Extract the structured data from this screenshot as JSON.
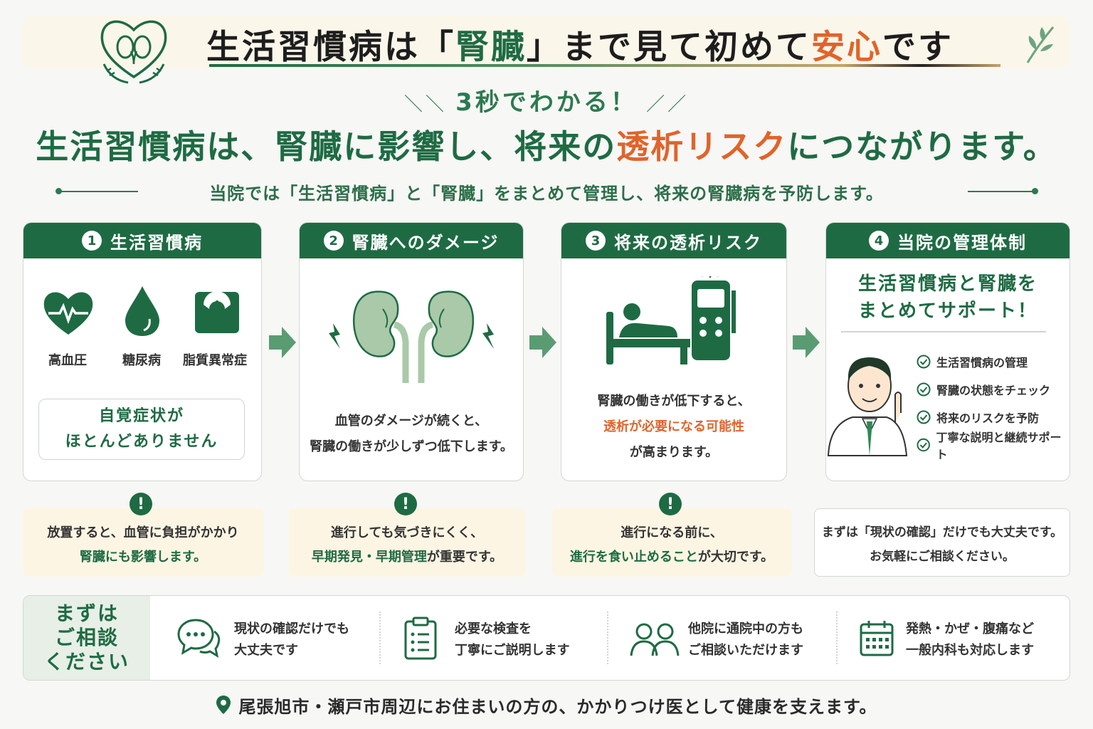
{
  "header": {
    "title_pre": "生活習慣病は「",
    "title_kidney": "腎臓",
    "title_mid": "」まで見て初めて",
    "title_safe": "安心",
    "title_post": "です"
  },
  "intro": {
    "tagline": "3秒でわかる！",
    "headline_pre": "生活習慣病は、腎臓に影響し、将来の",
    "headline_risk": "透析リスク",
    "headline_post": "につながります。",
    "summary": "当院では「生活習慣病」と「腎臓」をまとめて管理し、将来の腎臓病を予防します。"
  },
  "steps": [
    {
      "num": "1",
      "title": "生活習慣病",
      "icons": [
        {
          "icon": "heart-pulse-icon",
          "label": "高血圧"
        },
        {
          "icon": "drop-icon",
          "label": "糖尿病"
        },
        {
          "icon": "scale-icon",
          "label": "脂質異常症"
        }
      ],
      "note_line1": "自覚症状が",
      "note_line2": "ほとんどありません"
    },
    {
      "num": "2",
      "title": "腎臓へのダメージ",
      "icon": "kidney-icon",
      "text_line1": "血管のダメージが続くと、",
      "text_line2": "腎臓の働きが少しずつ低下します。"
    },
    {
      "num": "3",
      "title": "将来の透析リスク",
      "icon": "dialysis-icon",
      "text_line1": "腎臓の働きが低下すると、",
      "text_line2": "透析が必要になる可能性",
      "text_line3": "が高まります。"
    },
    {
      "num": "4",
      "title": "当院の管理体制",
      "headline_line1": "生活習慣病と腎臓を",
      "headline_line2": "まとめてサポート！",
      "icon": "doctor-icon",
      "checks": [
        "生活習慣病の管理",
        "腎臓の状態をチェック",
        "将来のリスクを予防",
        "丁寧な説明と継続サポート"
      ]
    }
  ],
  "warnings": [
    {
      "line1": "放置すると、血管に負担がかかり",
      "line2": "腎臓にも影響します。"
    },
    {
      "line1": "進行しても気づきにくく、",
      "line2_green": "早期発見・早期管理",
      "line2_rest": "が重要です。"
    },
    {
      "line1": "進行になる前に、",
      "line2_green": "進行を食い止めること",
      "line2_rest": "が大切です。"
    },
    {
      "line1": "まずは「現状の確認」だけでも大丈夫です。",
      "line2": "お気軽にご相談ください。"
    }
  ],
  "consult": {
    "label_line1": "まずは",
    "label_line2": "ご相談",
    "label_line3": "ください",
    "items": [
      {
        "icon": "chat-icon",
        "line1": "現状の確認だけでも",
        "line2": "大丈夫です"
      },
      {
        "icon": "clipboard-icon",
        "line1": "必要な検査を",
        "line2": "丁寧にご説明します"
      },
      {
        "icon": "people-icon",
        "line1": "他院に通院中の方も",
        "line2": "ご相談いただけます"
      },
      {
        "icon": "calendar-icon",
        "line1": "発熱・かぜ・腹痛など",
        "line2": "一般内科も対応します"
      }
    ]
  },
  "footer": {
    "icon": "location-pin-icon",
    "text": "尾張旭市・瀬戸市周辺にお住まいの方の、かかりつけ医として健康を支えます。"
  },
  "colors": {
    "primary_green": "#1e6b43",
    "accent_orange": "#e0642a",
    "cream": "#fcf5e3"
  }
}
